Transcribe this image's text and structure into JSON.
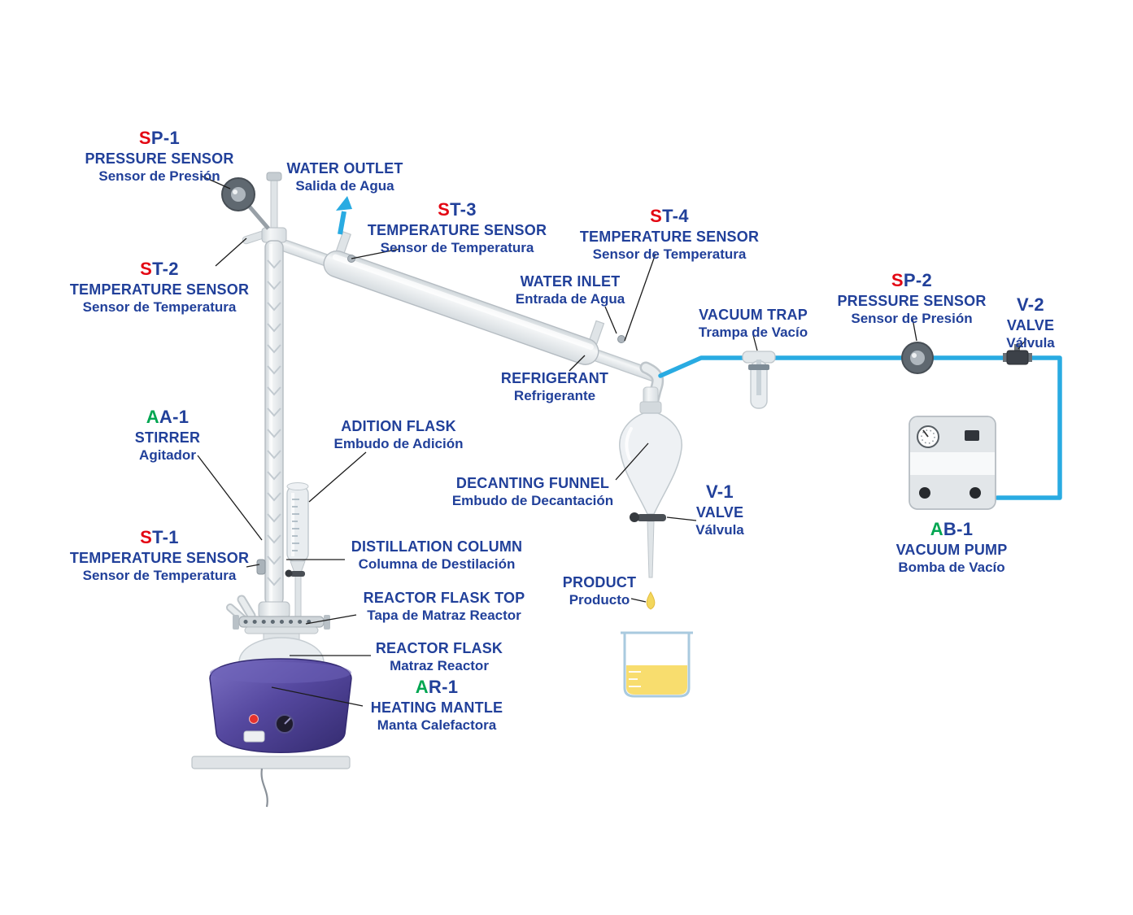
{
  "colors": {
    "label_blue": "#21409a",
    "sensor_red": "#e30613",
    "actuator_green": "#00a651",
    "line_cyan": "#29abe2"
  },
  "labels": {
    "sp1": {
      "code_prefix": "S",
      "code_rest": "P-1",
      "en": "PRESSURE SENSOR",
      "es": "Sensor de Presión"
    },
    "water_outlet": {
      "en": "WATER OUTLET",
      "es": "Salida de Agua"
    },
    "st3": {
      "code_prefix": "S",
      "code_rest": "T-3",
      "en": "TEMPERATURE SENSOR",
      "es": "Sensor de Temperatura"
    },
    "st4": {
      "code_prefix": "S",
      "code_rest": "T-4",
      "en": "TEMPERATURE SENSOR",
      "es": "Sensor de Temperatura"
    },
    "st2": {
      "code_prefix": "S",
      "code_rest": "T-2",
      "en": "TEMPERATURE SENSOR",
      "es": "Sensor de Temperatura"
    },
    "water_inlet": {
      "en": "WATER INLET",
      "es": "Entrada de Agua"
    },
    "vacuum_trap": {
      "en": "VACUUM TRAP",
      "es": "Trampa de Vacío"
    },
    "sp2": {
      "code_prefix": "S",
      "code_rest": "P-2",
      "en": "PRESSURE SENSOR",
      "es": "Sensor de Presión"
    },
    "v2": {
      "code_prefix": "",
      "code_rest": "V-2",
      "en": "VALVE",
      "es": "Válvula"
    },
    "refrigerant": {
      "en": "REFRIGERANT",
      "es": "Refrigerante"
    },
    "aa1": {
      "code_prefix": "A",
      "code_rest": "A-1",
      "en": "STIRRER",
      "es": "Agitador"
    },
    "adition_flask": {
      "en": "ADITION FLASK",
      "es": "Embudo de Adición"
    },
    "decanting_funnel": {
      "en": "DECANTING FUNNEL",
      "es": "Embudo de Decantación"
    },
    "v1": {
      "code_prefix": "",
      "code_rest": "V-1",
      "en": "VALVE",
      "es": "Válvula"
    },
    "st1": {
      "code_prefix": "S",
      "code_rest": "T-1",
      "en": "TEMPERATURE SENSOR",
      "es": "Sensor de Temperatura"
    },
    "distillation_column": {
      "en": "DISTILLATION COLUMN",
      "es": "Columna de Destilación"
    },
    "reactor_flask_top": {
      "en": "REACTOR FLASK TOP",
      "es": "Tapa de Matraz Reactor"
    },
    "product": {
      "en": "PRODUCT",
      "es": "Producto"
    },
    "reactor_flask": {
      "en": "REACTOR FLASK",
      "es": "Matraz Reactor"
    },
    "ar1": {
      "code_prefix": "A",
      "code_rest": "R-1",
      "en": "HEATING MANTLE",
      "es": "Manta Calefactora"
    },
    "ab1": {
      "code_prefix": "A",
      "code_rest": "B-1",
      "en": "VACUUM PUMP",
      "es": "Bomba de Vacío"
    }
  }
}
